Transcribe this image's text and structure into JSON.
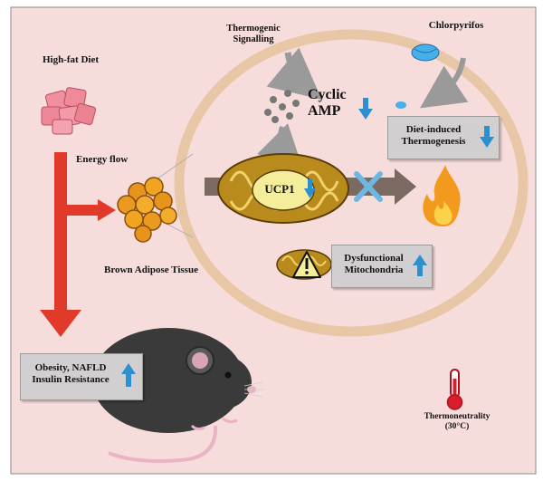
{
  "labels": {
    "high_fat_diet": "High-fat Diet",
    "thermogenic_signalling_1": "Thermogenic",
    "thermogenic_signalling_2": "Signalling",
    "chlorpyrifos": "Chlorpyrifos",
    "cyclic": "Cyclic",
    "amp": "AMP",
    "energy_flow": "Energy flow",
    "ucp1": "UCP1",
    "brown_adipose_tissue": "Brown Adipose Tissue",
    "thermoneutrality_1": "Thermoneutrality",
    "thermoneutrality_2": "(30°C)"
  },
  "boxes": {
    "diet_induced_1": "Diet-induced",
    "diet_induced_2": "Thermogenesis",
    "dysfunctional_1": "Dysfunctional",
    "dysfunctional_2": "Mitochondria",
    "obesity_1": "Obesity, NAFLD",
    "obesity_2": "Insulin Resistance"
  },
  "colors": {
    "background": "#f7dcdc",
    "cell_ring": "#e8c7a6",
    "red_arrow": "#e23a2a",
    "blue_arrow": "#2c8fd0",
    "mitochondria": "#b98a1c",
    "ucp1_fill": "#f4ee9a",
    "x_mark": "#6db8e3",
    "flame": "#f29a1e",
    "mouse": "#3a3a3a"
  },
  "icons": {
    "food": "food-cubes-icon",
    "fat_cells": "brown-adipocyte-cluster-icon",
    "mitochondrion": "mitochondrion-icon",
    "warning": "warning-triangle-icon",
    "flame": "flame-icon",
    "thermometer": "thermometer-icon",
    "mouse": "obese-mouse-icon",
    "pill": "chlorpyrifos-pill-icon"
  }
}
